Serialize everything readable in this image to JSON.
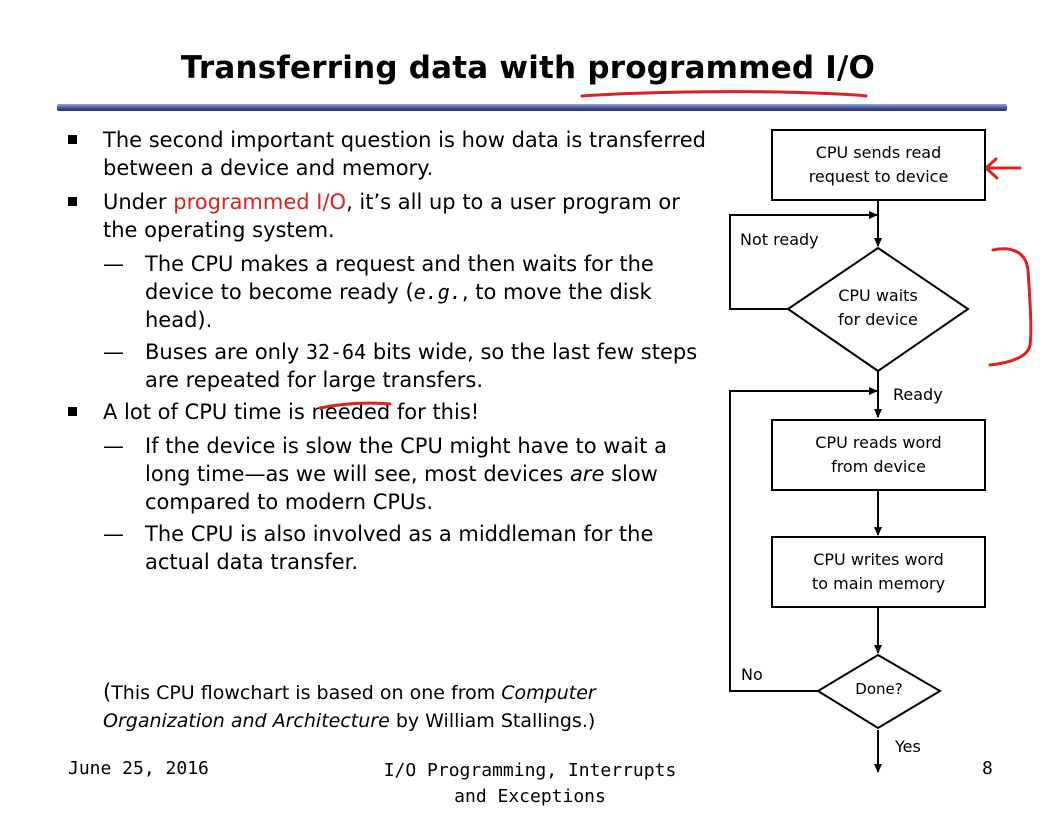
{
  "slide": {
    "title_part1": "Transferring data with ",
    "title_part2": "programmed I/O"
  },
  "bullets": [
    {
      "text": "The second important question is how data is transferred between a device and memory."
    },
    {
      "pre": "Under ",
      "red": "programmed I/O",
      "post": ", it’s all up to a user program or the operating system."
    }
  ],
  "sub_bullets_1": [
    {
      "dash": "—",
      "pre": "The CPU makes a request and then waits for the device to become ready (",
      "mono": "e.g.",
      "post": ", to move the disk head)."
    },
    {
      "dash": "—",
      "pre": "Buses are only ",
      "mono": "32-64",
      "post": " bits wide, so the last few steps are repeated for large transfers."
    }
  ],
  "bullet3": {
    "text": "A lot of CPU time is needed for this!"
  },
  "sub_bullets_2": [
    {
      "dash": "—",
      "pre": "If the device is slow the CPU might have to wait a long time—as we will see, most devices ",
      "em": "are",
      "post": " slow compared to modern CPUs."
    },
    {
      "dash": "—",
      "text": "The CPU is also involved as a middleman for the actual data transfer."
    }
  ],
  "note": {
    "open": "(",
    "pre": "This CPU flowchart is based on one from ",
    "em": "Computer Organization and Architecture",
    "post": " by William Stallings.)"
  },
  "footer": {
    "date": "June 25, 2016",
    "center_line1": "I/O Programming, Interrupts",
    "center_line2": "and Exceptions",
    "page": "8"
  },
  "flowchart": {
    "box1": {
      "line1": "CPU sends read",
      "line2": "request to device"
    },
    "decision1": {
      "line1": "CPU waits",
      "line2": "for device"
    },
    "label_not_ready": "Not ready",
    "label_ready": "Ready",
    "box2": {
      "line1": "CPU reads word",
      "line2": "from device"
    },
    "box3": {
      "line1": "CPU writes word",
      "line2": "to main memory"
    },
    "decision2": "Done?",
    "label_no": "No",
    "label_yes": "Yes"
  },
  "colors": {
    "annotation": "#e3201f",
    "rule": "#3d4f9e"
  }
}
